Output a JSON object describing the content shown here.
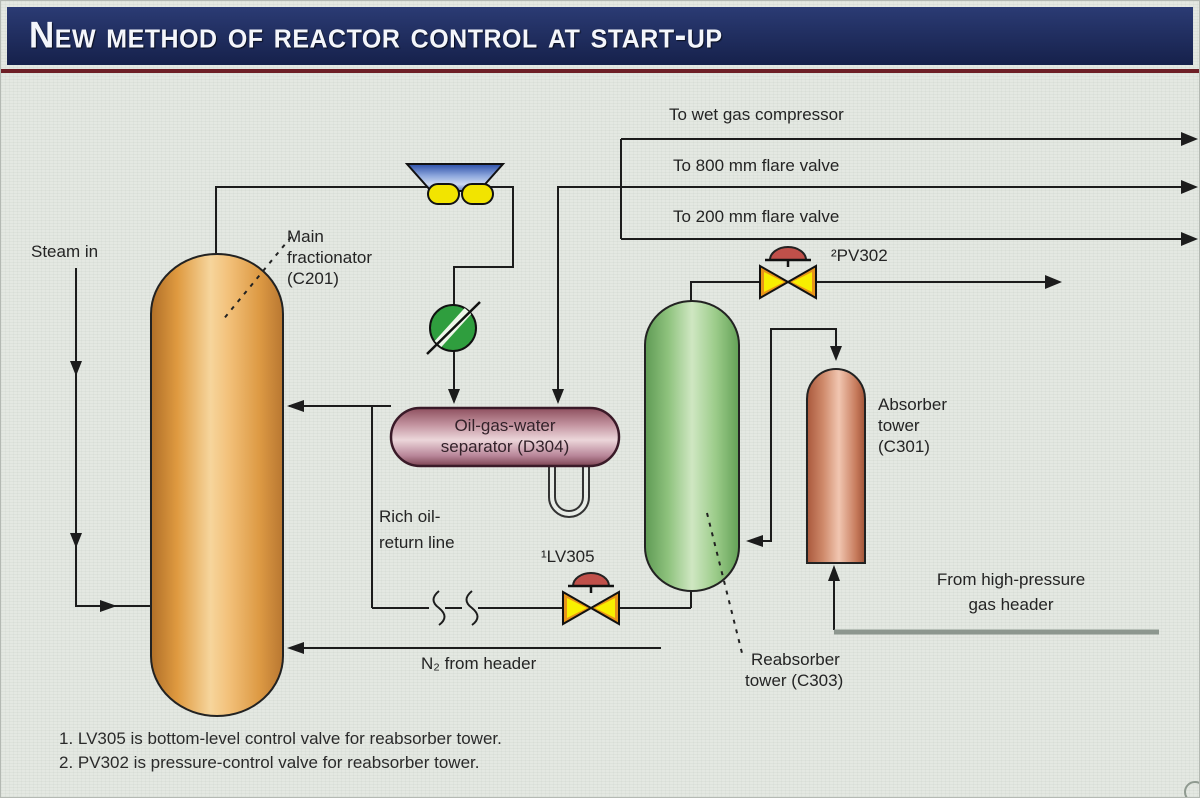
{
  "title": "New method of reactor control at start-up",
  "diagram": {
    "steam_in": "Steam in",
    "main_fractionator": {
      "l1": "Main",
      "l2": "fractionator",
      "l3": "(C201)"
    },
    "to_wet_gas_compressor": "To wet gas compressor",
    "to_800_flare": "To 800 mm flare valve",
    "to_200_flare": "To 200 mm flare valve",
    "pv302": "²PV302",
    "separator": {
      "l1": "Oil-gas-water",
      "l2": "separator (D304)"
    },
    "rich_oil": {
      "l1": "Rich oil-",
      "l2": "return line"
    },
    "lv305": "¹LV305",
    "absorber": {
      "l1": "Absorber",
      "l2": "tower",
      "l3": "(C301)"
    },
    "reabsorber": {
      "l1": "Reabsorber",
      "l2": "tower (C303)"
    },
    "from_hp": {
      "l1": "From high-pressure",
      "l2": "gas header"
    },
    "n2_from_header": "N₂ from header"
  },
  "notes": {
    "n1": "1. LV305 is bottom-level control valve for reabsorber tower.",
    "n2": "2. PV302 is pressure-control valve for reabsorber tower."
  },
  "colors": {
    "title_navy": "#1c2753",
    "title_underline_red": "#6e1f26",
    "line_black": "#1c1c1c",
    "hp_gas_line_gray": "#8d978f",
    "fractionator_orange": "#eeb35e",
    "reabsorber_green": "#9ccc8a",
    "absorber_salmon": "#dd9a7a",
    "separator_mauve": "#d4a8b2",
    "air_cooler_blue": "#5f7cc6",
    "exchanger_green": "#2f9e3e",
    "valve_body_orange": "#e8951a",
    "valve_inner_yellow": "#f8ef00",
    "valve_actuator_red": "#c0504a",
    "background": "#e4e8e2"
  }
}
